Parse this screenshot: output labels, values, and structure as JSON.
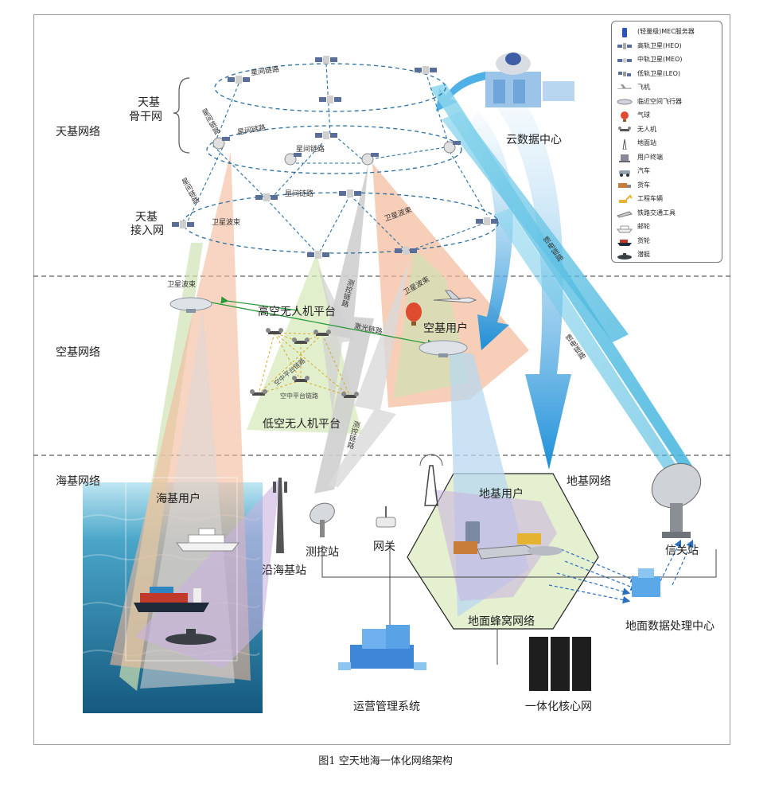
{
  "layers": {
    "space": "天基网络",
    "air": "空基网络",
    "sea": "海基网络",
    "ground": "地基网络"
  },
  "space_sublayers": {
    "backbone_line1": "天基",
    "backbone_line2": "骨干网",
    "access_line1": "天基",
    "access_line2": "接入网"
  },
  "link_labels": {
    "intersat_1": "星间链路",
    "intersat_2": "星间链路",
    "intersat_3": "星间链路",
    "intersat_4": "星间链路",
    "intersat_5": "星间链路",
    "intersat_6": "星间链路",
    "sat_beam_1": "卫星波束",
    "sat_beam_2": "卫星波束",
    "sat_beam_3": "卫星波束",
    "sat_beam_4": "卫星波束",
    "tt_link_1": "测控链路",
    "tt_link_2": "测控链路",
    "feeder_1": "馈电链路",
    "feeder_2": "馈电链路",
    "laser_link": "激光链路",
    "air_link_1": "空中平台链路",
    "air_link_2": "空中平台链路"
  },
  "nodes": {
    "cloud_dc": "云数据中心",
    "hap": "高空无人机平台",
    "lap": "低空无人机平台",
    "air_user": "空基用户",
    "sea_user": "海基用户",
    "coastal_bs": "沿海基站",
    "tt_station": "测控站",
    "gateway": "网关",
    "ground_user": "地基用户",
    "cellular": "地面蜂窝网络",
    "gateway_station": "信关站",
    "ground_dpc": "地面数据处理中心",
    "ops_system": "运营管理系统",
    "core_net": "一体化核心网"
  },
  "legend": [
    {
      "icon": "mec-server-icon",
      "label": "(轻量级)MEC服务器"
    },
    {
      "icon": "geo-satellite-icon",
      "label": "高轨卫星(HEO)"
    },
    {
      "icon": "meo-satellite-icon",
      "label": "中轨卫星(MEO)"
    },
    {
      "icon": "leo-satellite-icon",
      "label": "低轨卫星(LEO)"
    },
    {
      "icon": "airplane-icon",
      "label": "飞机"
    },
    {
      "icon": "near-space-vehicle-icon",
      "label": "临近空间飞行器"
    },
    {
      "icon": "balloon-icon",
      "label": "气球"
    },
    {
      "icon": "drone-icon",
      "label": "无人机"
    },
    {
      "icon": "ground-station-icon",
      "label": "地面站"
    },
    {
      "icon": "user-terminal-icon",
      "label": "用户终端"
    },
    {
      "icon": "car-icon",
      "label": "汽车"
    },
    {
      "icon": "truck-icon",
      "label": "货车"
    },
    {
      "icon": "excavator-icon",
      "label": "工程车辆"
    },
    {
      "icon": "train-icon",
      "label": "铁路交通工具"
    },
    {
      "icon": "cruise-ship-icon",
      "label": "邮轮"
    },
    {
      "icon": "cargo-ship-icon",
      "label": "货轮"
    },
    {
      "icon": "submarine-icon",
      "label": "潜艇"
    }
  ],
  "caption": "图1   空天地海一体化网络架构",
  "colors": {
    "beam_green": "#cfe3b4",
    "beam_orange": "#f4b99a",
    "beam_purple": "#c9b3e0",
    "beam_blue": "#b8d8f0",
    "arrow_blue": "#2a9de0",
    "sea": "#2d7fa8",
    "hex_fill": "#e4f0d0",
    "server": "#2b55b8"
  }
}
